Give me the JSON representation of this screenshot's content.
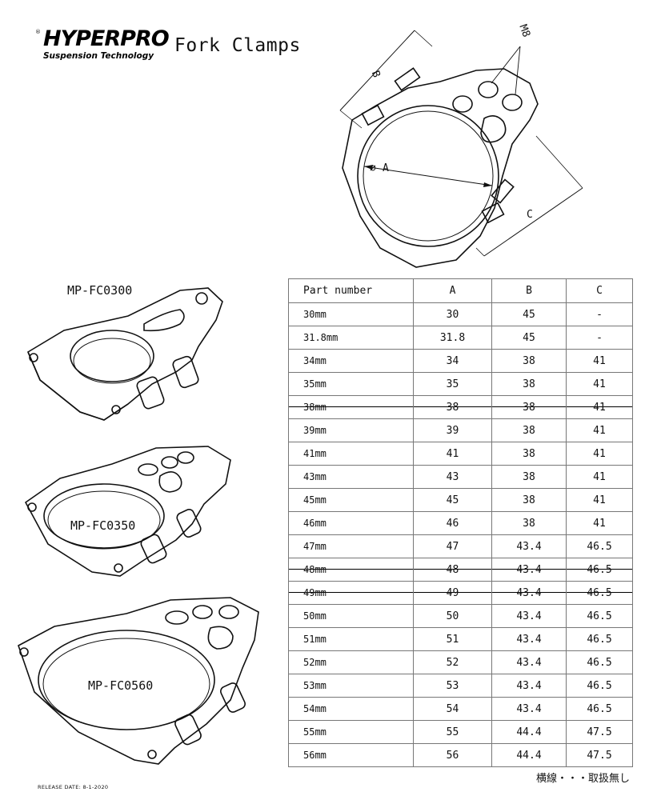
{
  "header": {
    "logo_reg": "®",
    "logo_main": "HYPERPRO",
    "logo_sub": "Suspension Technology",
    "title": "Fork Clamps"
  },
  "diagram": {
    "dim_a": "A",
    "dim_b": "B",
    "dim_c": "C",
    "bolt": "M8",
    "dia_symbol": "∅"
  },
  "models": [
    {
      "label": "MP-FC0300"
    },
    {
      "label": "MP-FC0350"
    },
    {
      "label": "MP-FC0560"
    }
  ],
  "table": {
    "headers": [
      "Part number",
      "A",
      "B",
      "C"
    ],
    "rows": [
      {
        "cells": [
          "30mm",
          "30",
          "45",
          "-"
        ],
        "struck": false
      },
      {
        "cells": [
          "31.8mm",
          "31.8",
          "45",
          "-"
        ],
        "struck": false
      },
      {
        "cells": [
          "34mm",
          "34",
          "38",
          "41"
        ],
        "struck": false
      },
      {
        "cells": [
          "35mm",
          "35",
          "38",
          "41"
        ],
        "struck": false
      },
      {
        "cells": [
          "38mm",
          "38",
          "38",
          "41"
        ],
        "struck": true
      },
      {
        "cells": [
          "39mm",
          "39",
          "38",
          "41"
        ],
        "struck": false
      },
      {
        "cells": [
          "41mm",
          "41",
          "38",
          "41"
        ],
        "struck": false
      },
      {
        "cells": [
          "43mm",
          "43",
          "38",
          "41"
        ],
        "struck": false
      },
      {
        "cells": [
          "45mm",
          "45",
          "38",
          "41"
        ],
        "struck": false
      },
      {
        "cells": [
          "46mm",
          "46",
          "38",
          "41"
        ],
        "struck": false
      },
      {
        "cells": [
          "47mm",
          "47",
          "43.4",
          "46.5"
        ],
        "struck": false
      },
      {
        "cells": [
          "48mm",
          "48",
          "43.4",
          "46.5"
        ],
        "struck": true
      },
      {
        "cells": [
          "49mm",
          "49",
          "43.4",
          "46.5"
        ],
        "struck": true
      },
      {
        "cells": [
          "50mm",
          "50",
          "43.4",
          "46.5"
        ],
        "struck": false
      },
      {
        "cells": [
          "51mm",
          "51",
          "43.4",
          "46.5"
        ],
        "struck": false
      },
      {
        "cells": [
          "52mm",
          "52",
          "43.4",
          "46.5"
        ],
        "struck": false
      },
      {
        "cells": [
          "53mm",
          "53",
          "43.4",
          "46.5"
        ],
        "struck": false
      },
      {
        "cells": [
          "54mm",
          "54",
          "43.4",
          "46.5"
        ],
        "struck": false
      },
      {
        "cells": [
          "55mm",
          "55",
          "44.4",
          "47.5"
        ],
        "struck": false
      },
      {
        "cells": [
          "56mm",
          "56",
          "44.4",
          "47.5"
        ],
        "struck": false
      }
    ]
  },
  "footer": {
    "release": "RELEASE DATE: 8-1-2020",
    "note": "横線・・・取扱無し"
  }
}
